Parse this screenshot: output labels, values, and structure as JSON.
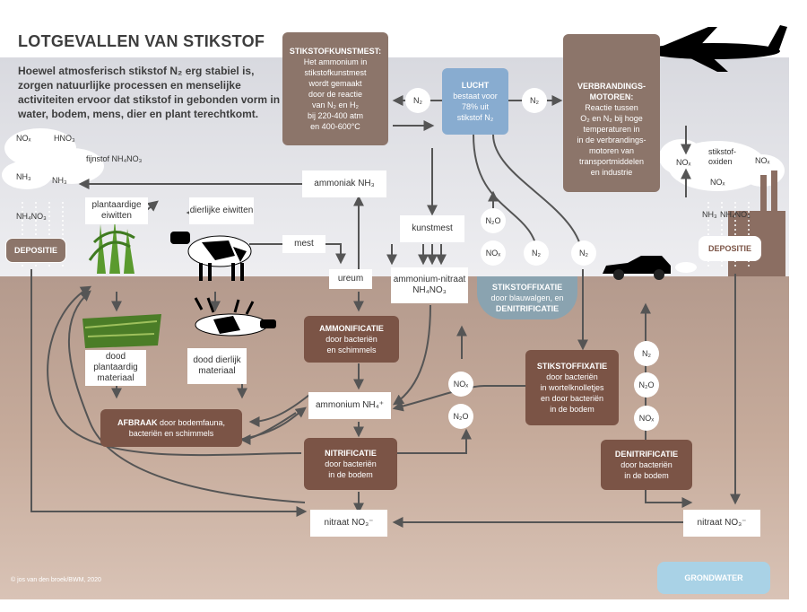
{
  "title": "LOTGEVALLEN VAN STIKSTOF",
  "intro": "Hoewel atmosferisch stikstof N₂ erg stabiel is, zorgen natuurlijke processen en menselijke activiteiten ervoor dat stikstof in gebonden vorm in water, bodem, mens, dier en plant terechtkomt.",
  "atmosphere": {
    "nox": "NOₓ",
    "hno3": "HNO₃",
    "fijnstof": "fijnstof NH₄NO₃",
    "nh3_left": "NH₃",
    "nh3_mid": "NH₃",
    "nh4no3_left": "NH₄NO₃",
    "nox_right1": "NOₓ",
    "stikstofoxiden": "stikstof-oxiden",
    "nox_right2": "NOₓ",
    "nox_right3": "NOₓ",
    "nh3_right": "NH₃",
    "nh4no3_right": "NH₄NO₃"
  },
  "deposition_left": "DEPOSITIE",
  "deposition_right": "DEPOSITIE",
  "kunstmest_box": {
    "heading": "STIKSTOFKUNSTMEST:",
    "lines": [
      "Het ammonium in",
      "stikstofkunstmest",
      "wordt gemaakt",
      "door de reactie",
      "van N₂ en H₂",
      "bij 220-400 atm",
      "en 400-600°C"
    ]
  },
  "lucht_box": {
    "heading": "LUCHT",
    "lines": [
      "bestaat voor",
      "78% uit",
      "stikstof N₂"
    ]
  },
  "engines_box": {
    "heading": "VERBRANDINGS-MOTOREN:",
    "lines": [
      "Reactie tussen",
      "O₂ en N₂ bij hoge",
      "temperaturen in",
      "in de verbrandings-",
      "motoren van",
      "transportmiddelen",
      "en industrie"
    ]
  },
  "n2_labels": {
    "left": "N₂",
    "right": "N₂",
    "fix1": "N₂",
    "fix2": "N₂",
    "denit": "N₂"
  },
  "gas_labels": {
    "n2o_top": "N₂O",
    "nox_top": "NOₓ",
    "nox_mid": "NOₓ",
    "n2o_mid": "N₂O",
    "n2o_right": "N₂O",
    "nox_right": "NOₓ"
  },
  "ammoniak": "ammoniak NH₃",
  "plant_eiwit": "plantaardige eiwitten",
  "dier_eiwit": "dierlijke eiwitten",
  "kunstmest": "kunstmest",
  "mest": "mest",
  "ureum": "ureum",
  "ammoniumnitraat": "ammonium-nitraat NH₄NO₃",
  "fixatie_blue": {
    "heading": "STIKSTOFFIXATIE",
    "line1": "door blauwalgen, en",
    "line2": "DENITRIFICATIE"
  },
  "dood_plant": "dood plantaardig materiaal",
  "dood_dier": "dood dierlijk materiaal",
  "ammonificatie": {
    "heading": "AMMONIFICATIE",
    "line1": "door bacteriën",
    "line2": "en schimmels"
  },
  "ammonium": "ammonium NH₄⁺",
  "afbraak": {
    "heading": "AFBRAAK",
    "rest": " door bodemfauna, bacteriën en schimmels"
  },
  "fixatie_brown": {
    "heading": "STIKSTOFFIXATIE",
    "lines": [
      "door bacteriën",
      "in wortelknolletjes",
      "en door bacteriën",
      "in de bodem"
    ]
  },
  "nitrificatie": {
    "heading": "NITRIFICATIE",
    "line1": "door bacteriën",
    "line2": "in de bodem"
  },
  "denitrificatie": {
    "heading": "DENITRIFICATIE",
    "line1": "door bacteriën",
    "line2": "in de bodem"
  },
  "nitraat_left": "nitraat NO₃⁻",
  "nitraat_right": "nitraat NO₃⁻",
  "grondwater": "GRONDWATER",
  "credit": "© jos van den broek/BWM, 2020",
  "colors": {
    "soil": "#b79a8c",
    "sky": "#dcdde3",
    "brown": "#7b5446",
    "taupe": "#8c756a",
    "blue": "#88acd0",
    "water": "#a9d2e6"
  }
}
